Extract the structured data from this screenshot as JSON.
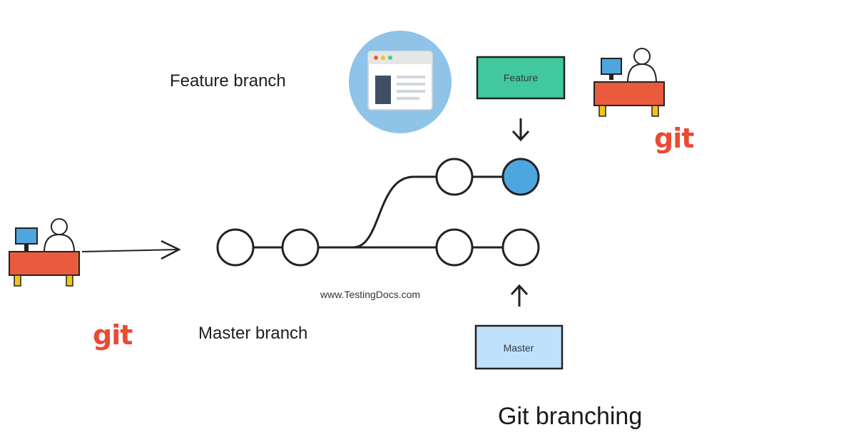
{
  "diagram": {
    "feature_branch_label": "Feature branch",
    "master_branch_label": "Master branch",
    "feature_pointer_label": "Feature",
    "master_pointer_label": "Master",
    "watermark": "www.TestingDocs.com",
    "title": "Git branching",
    "logo_text_right": "git",
    "logo_text_left": "git"
  },
  "colors": {
    "feature_box": "#41c99d",
    "master_box": "#bfe1fb",
    "head_commit": "#4ea6e0",
    "git_logo": "#e94b35",
    "desk": "#ea5b3e",
    "monitor": "#4ea6e0",
    "desk_leg": "#f0c419",
    "browser_circle": "#8fc3e8"
  },
  "icons": {
    "developer_left": "developer-at-desk-icon",
    "developer_right": "developer-at-desk-icon",
    "browser": "browser-window-icon",
    "arrow_down": "arrow-down-icon",
    "arrow_up": "arrow-up-icon",
    "arrow_right": "arrow-right-icon"
  }
}
